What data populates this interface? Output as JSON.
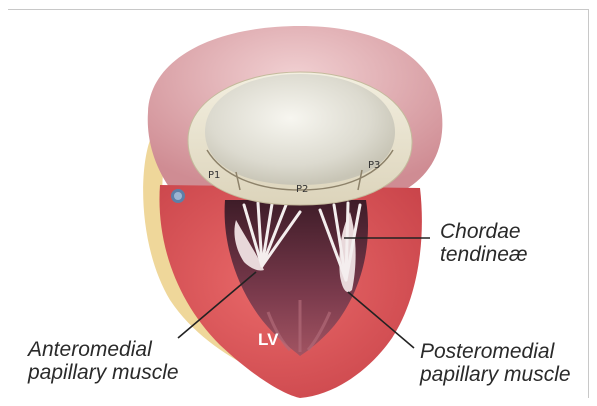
{
  "figure": {
    "scallop_labels": {
      "p1": "P1",
      "p2": "P2",
      "p3": "P3"
    },
    "ventricle_label": "LV",
    "callouts": {
      "chordae_line1": "Chordae",
      "chordae_line2": "tendineæ",
      "anteromedial_line1": "Anteromedial",
      "anteromedial_line2": "papillary muscle",
      "posteromedial_line1": "Posteromedial",
      "posteromedial_line2": "papillary muscle"
    },
    "colors": {
      "myocardium": "#e0575a",
      "atrium": "#e4b7bb",
      "valve_annulus": "#ece7d4",
      "cavity": "#6b3343",
      "chordae": "#f2ecec"
    }
  }
}
